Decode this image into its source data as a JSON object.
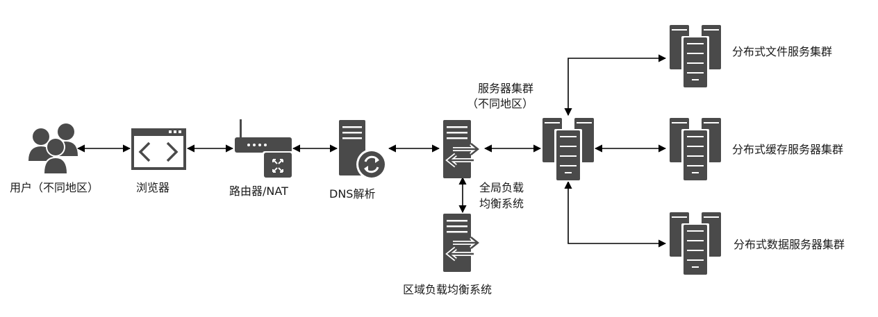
{
  "nodes": {
    "user": {
      "label": "用户（不同地区）"
    },
    "browser": {
      "label": "浏览器"
    },
    "router": {
      "label": "路由器/NAT"
    },
    "dns": {
      "label": "DNS解析"
    },
    "global_lb": {
      "label_line1": "全局负载",
      "label_line2": "均衡系统"
    },
    "regional_lb": {
      "label": "区域负载均衡系统"
    },
    "server_cluster": {
      "label_line1": "服务器集群",
      "label_line2": "（不同地区）"
    },
    "file_cluster": {
      "label": "分布式文件服务集群"
    },
    "cache_cluster": {
      "label": "分布式缓存服务器集群"
    },
    "data_cluster": {
      "label": "分布式数据服务器集群"
    }
  },
  "edges": [
    {
      "from": "user",
      "to": "browser",
      "type": "bidirectional"
    },
    {
      "from": "browser",
      "to": "router",
      "type": "bidirectional"
    },
    {
      "from": "router",
      "to": "dns",
      "type": "bidirectional"
    },
    {
      "from": "dns",
      "to": "global_lb",
      "type": "bidirectional"
    },
    {
      "from": "global_lb",
      "to": "server_cluster",
      "type": "bidirectional"
    },
    {
      "from": "global_lb",
      "to": "regional_lb",
      "type": "bidirectional"
    },
    {
      "from": "server_cluster",
      "to": "file_cluster",
      "type": "bidirectional"
    },
    {
      "from": "server_cluster",
      "to": "cache_cluster",
      "type": "bidirectional"
    },
    {
      "from": "server_cluster",
      "to": "data_cluster",
      "type": "bidirectional"
    }
  ],
  "colors": {
    "icon": "#4a4a4a",
    "line": "#000000",
    "text": "#1a1a1a"
  },
  "icons": {
    "user": "users-icon",
    "browser": "browser-window-icon",
    "router": "router-icon",
    "dns": "server-refresh-icon",
    "lb": "server-arrows-icon",
    "cluster": "server-cluster-icon"
  }
}
